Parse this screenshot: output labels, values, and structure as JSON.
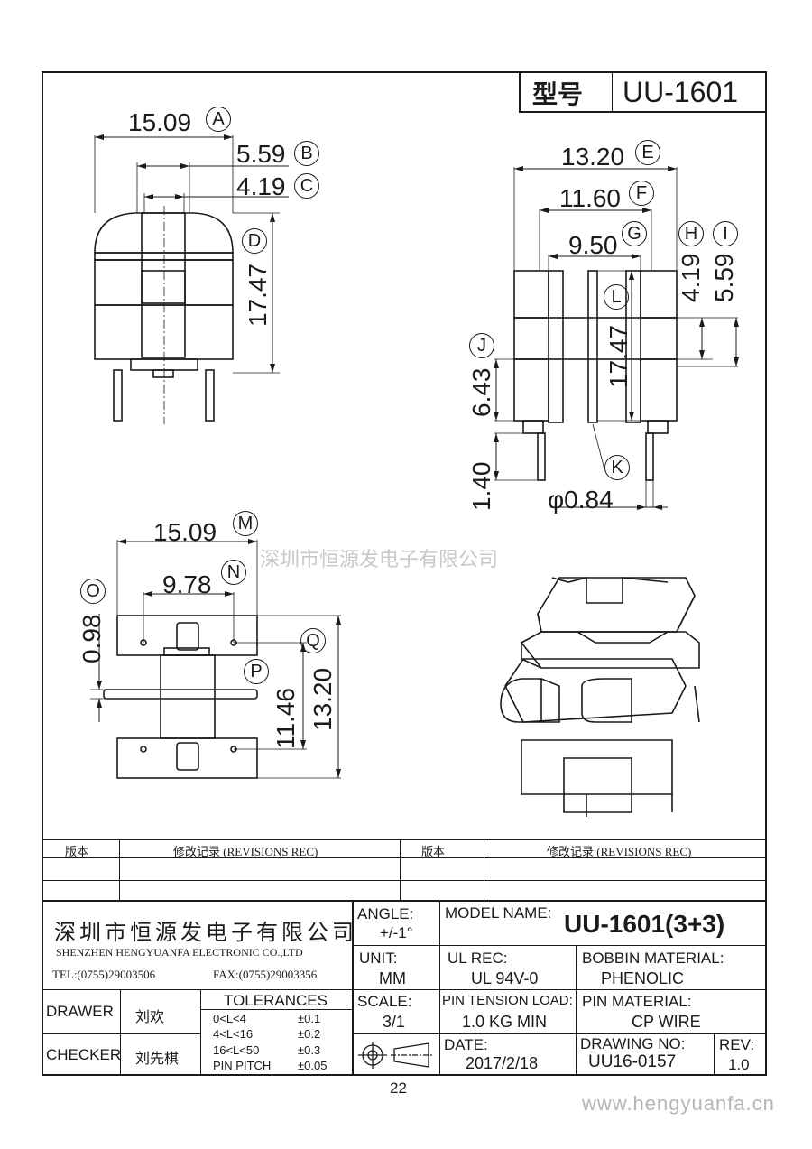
{
  "header": {
    "type_label": "型号",
    "model": "UU-1601"
  },
  "watermark_center": "深圳市恒源发电子有限公司",
  "dimensions": {
    "A": "15.09",
    "B": "5.59",
    "C": "4.19",
    "D": "17.47",
    "E": "13.20",
    "F": "11.60",
    "G": "9.50",
    "H": "4.19",
    "I": "5.59",
    "L": "17.47",
    "J": "6.43",
    "J2": "1.40",
    "K": "φ0.84",
    "M": "15.09",
    "N": "9.78",
    "O": "0.98",
    "P": "11.46",
    "Q": "13.20"
  },
  "letters": [
    "A",
    "B",
    "C",
    "D",
    "E",
    "F",
    "G",
    "H",
    "I",
    "L",
    "J",
    "K",
    "M",
    "N",
    "O",
    "P",
    "Q"
  ],
  "revisions": {
    "col1": "版本",
    "col2": "修改记录 (REVISIONS REC)",
    "col3": "版本",
    "col4": "修改记录 (REVISIONS REC)"
  },
  "company": {
    "name_cn": "深圳市恒源发电子有限公司",
    "name_en": "SHENZHEN HENGYUANFA ELECTRONIC CO.,LTD",
    "tel": "TEL:(0755)29003506",
    "fax": "FAX:(0755)29003356"
  },
  "title_block": {
    "angle_label": "ANGLE:",
    "angle_value": "+/-1°",
    "model_name_label": "MODEL NAME:",
    "model_name_value": "UU-1601(3+3)",
    "unit_label": "UNIT:",
    "unit_value": "MM",
    "ul_label": "UL REC:",
    "ul_value": "UL 94V-0",
    "bobbin_label": "BOBBIN MATERIAL:",
    "bobbin_value": "PHENOLIC",
    "scale_label": "SCALE:",
    "scale_value": "3/1",
    "pin_tension_label": "PIN TENSION LOAD:",
    "pin_tension_value": "1.0 KG MIN",
    "pin_material_label": "PIN MATERIAL:",
    "pin_material_value": "CP WIRE",
    "date_label": "DATE:",
    "date_value": "2017/2/18",
    "drawing_no_label": "DRAWING NO:",
    "drawing_no_value": "UU16-0157",
    "rev_label": "REV:",
    "rev_value": "1.0",
    "drawer_label": "DRAWER",
    "drawer_value": "刘欢",
    "checker_label": "CHECKER",
    "checker_value": "刘先棋",
    "tolerances_title": "TOLERANCES",
    "tolerances": [
      {
        "range": "0<L<4",
        "value": "±0.1"
      },
      {
        "range": "4<L<16",
        "value": "±0.2"
      },
      {
        "range": "16<L<50",
        "value": "±0.3"
      },
      {
        "range": "PIN PITCH",
        "value": "±0.05"
      }
    ]
  },
  "page_number": "22",
  "website": "www.hengyuanfa.cn"
}
